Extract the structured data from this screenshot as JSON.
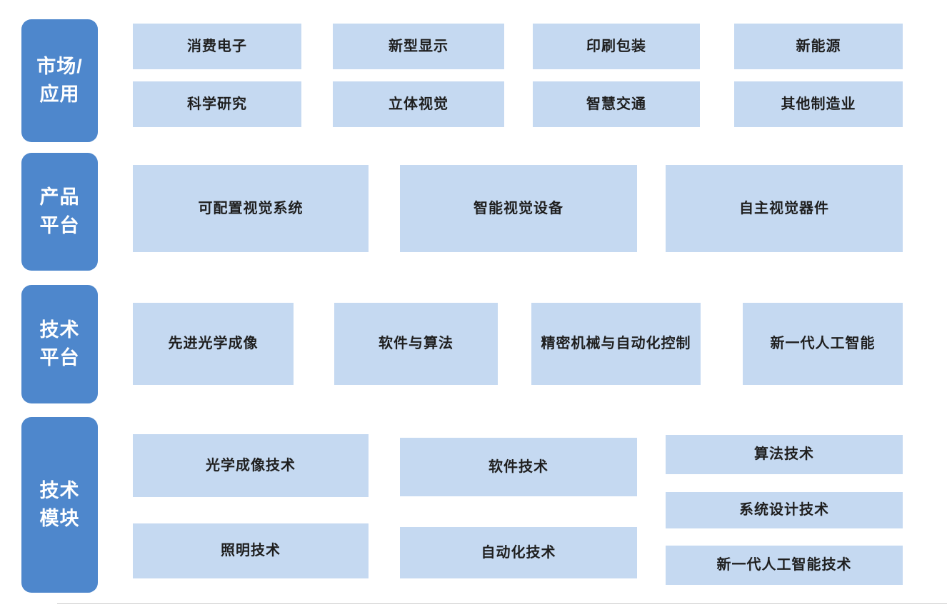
{
  "colors": {
    "label_bg": "#4e87cc",
    "box_bg": "#c5d9f1",
    "box_text": "#1f1f1f",
    "background": "#ffffff"
  },
  "sections": {
    "market": {
      "label_line1": "市场/",
      "label_line2": "应用",
      "items": [
        "消费电子",
        "新型显示",
        "印刷包装",
        "新能源",
        "科学研究",
        "立体视觉",
        "智慧交通",
        "其他制造业"
      ]
    },
    "product": {
      "label_line1": "产品",
      "label_line2": "平台",
      "items": [
        "可配置视觉系统",
        "智能视觉设备",
        "自主视觉器件"
      ]
    },
    "tech_platform": {
      "label_line1": "技术",
      "label_line2": "平台",
      "items": [
        "先进光学成像",
        "软件与算法",
        "精密机械与自动化控制",
        "新一代人工智能"
      ]
    },
    "tech_module": {
      "label_line1": "技术",
      "label_line2": "模块",
      "col1": [
        "光学成像技术",
        "照明技术"
      ],
      "col2": [
        "软件技术",
        "自动化技术"
      ],
      "col3": [
        "算法技术",
        "系统设计技术",
        "新一代人工智能技术"
      ]
    }
  }
}
